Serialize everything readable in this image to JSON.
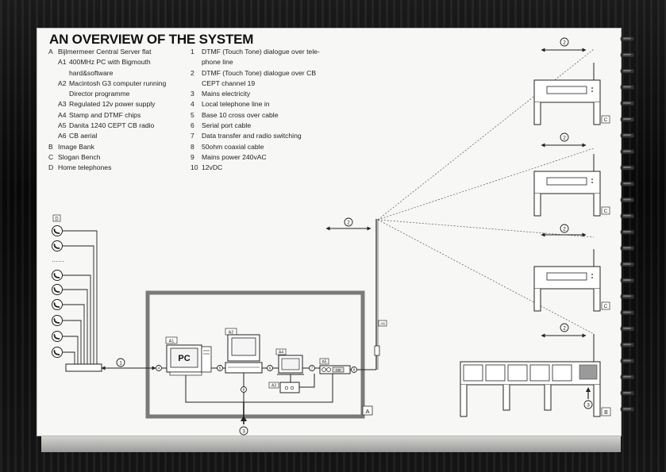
{
  "title": "AN OVERVIEW OF THE SYSTEM",
  "legend_left": [
    {
      "key": "A",
      "text": "Bijlmermeer Central Server flat"
    },
    {
      "key": "A1",
      "text": "400MHz PC with Bigmouth",
      "sub": true
    },
    {
      "key": "",
      "text": "hard&software",
      "cont": true
    },
    {
      "key": "A2",
      "text": "Macintosh G3 computer running",
      "sub": true
    },
    {
      "key": "",
      "text": "Director programme",
      "cont": true
    },
    {
      "key": "A3",
      "text": "Regulated 12v power supply",
      "sub": true
    },
    {
      "key": "A4",
      "text": "Stamp and DTMF chips",
      "sub": true
    },
    {
      "key": "A5",
      "text": "Danita 1240 CEPT CB radio",
      "sub": true
    },
    {
      "key": "A6",
      "text": "CB aerial",
      "sub": true
    },
    {
      "key": "B",
      "text": "Image Bank"
    },
    {
      "key": "C",
      "text": "Slogan Bench"
    },
    {
      "key": "D",
      "text": "Home telephones"
    }
  ],
  "legend_right": [
    {
      "key": "1",
      "text": "DTMF (Touch Tone) dialogue over tele-"
    },
    {
      "key": "",
      "text": "phone line",
      "cont": true
    },
    {
      "key": "2",
      "text": "DTMF (Touch Tone) dialogue over CB"
    },
    {
      "key": "",
      "text": "CEPT channel 19",
      "cont": true
    },
    {
      "key": "3",
      "text": "Mains electricity"
    },
    {
      "key": "4",
      "text": "Local telephone line in"
    },
    {
      "key": "5",
      "text": "Base 10 cross over cable"
    },
    {
      "key": "6",
      "text": "Serial port cable"
    },
    {
      "key": "7",
      "text": "Data transfer and radio switching"
    },
    {
      "key": "8",
      "text": "50ohm coaxial cable"
    },
    {
      "key": "9",
      "text": "Mains power 240vAC"
    },
    {
      "key": "10",
      "text": "12vDC"
    }
  ],
  "diagram": {
    "box_labels": {
      "A": "A",
      "B": "B",
      "C": "C",
      "D": "D",
      "A1": "A1",
      "A2": "A2",
      "A3": "A3",
      "A4": "A4",
      "A5": "A5",
      "A6": "A6"
    },
    "pc_screen_text": "PC",
    "cb_radio_text": "CB",
    "dots": "……",
    "callouts": {
      "1": "1",
      "2": "2",
      "3": "3",
      "4": "4",
      "5": "5",
      "6": "6",
      "7": "7",
      "8": "8",
      "9": "9"
    }
  }
}
